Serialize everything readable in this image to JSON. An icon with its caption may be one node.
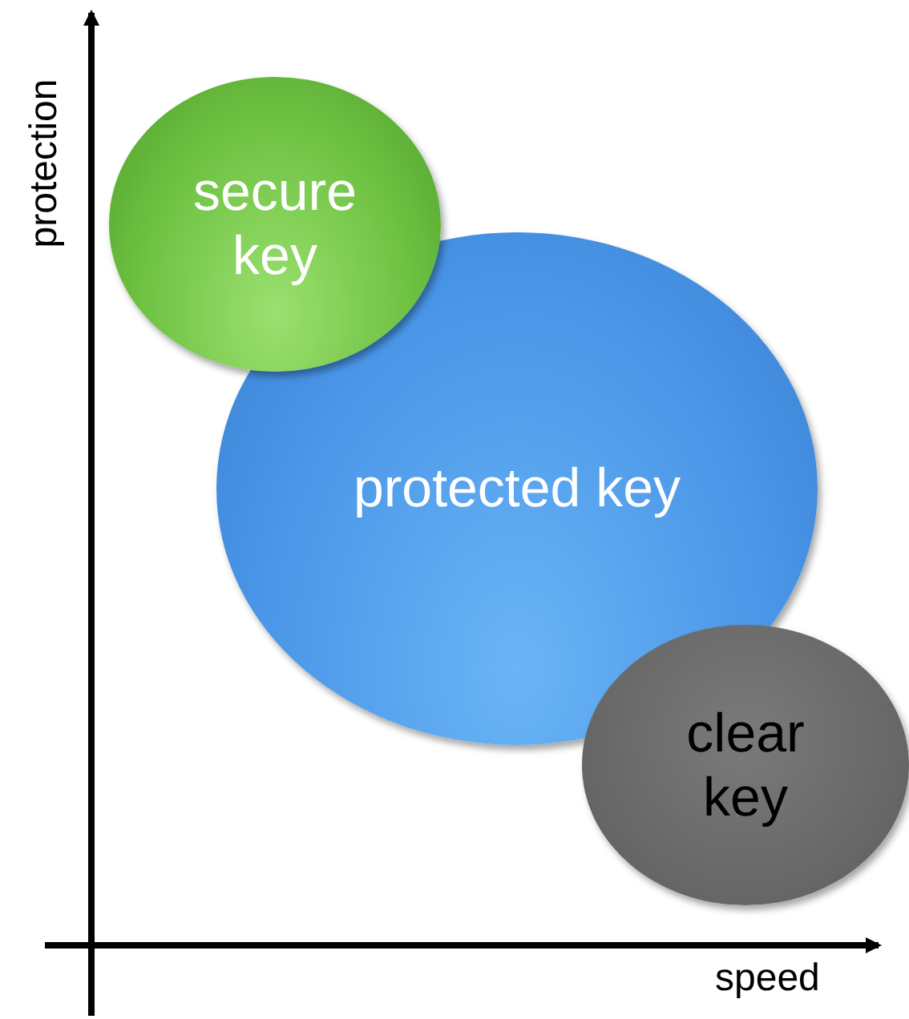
{
  "diagram": {
    "nodes": [
      {
        "text": [
          "secure key"
        ]
      },
      {
        "text": [
          "protected key"
        ]
      },
      {
        "text": [
          "clear key"
        ]
      }
    ],
    "labels": [
      "protection",
      "speed"
    ]
  }
}
